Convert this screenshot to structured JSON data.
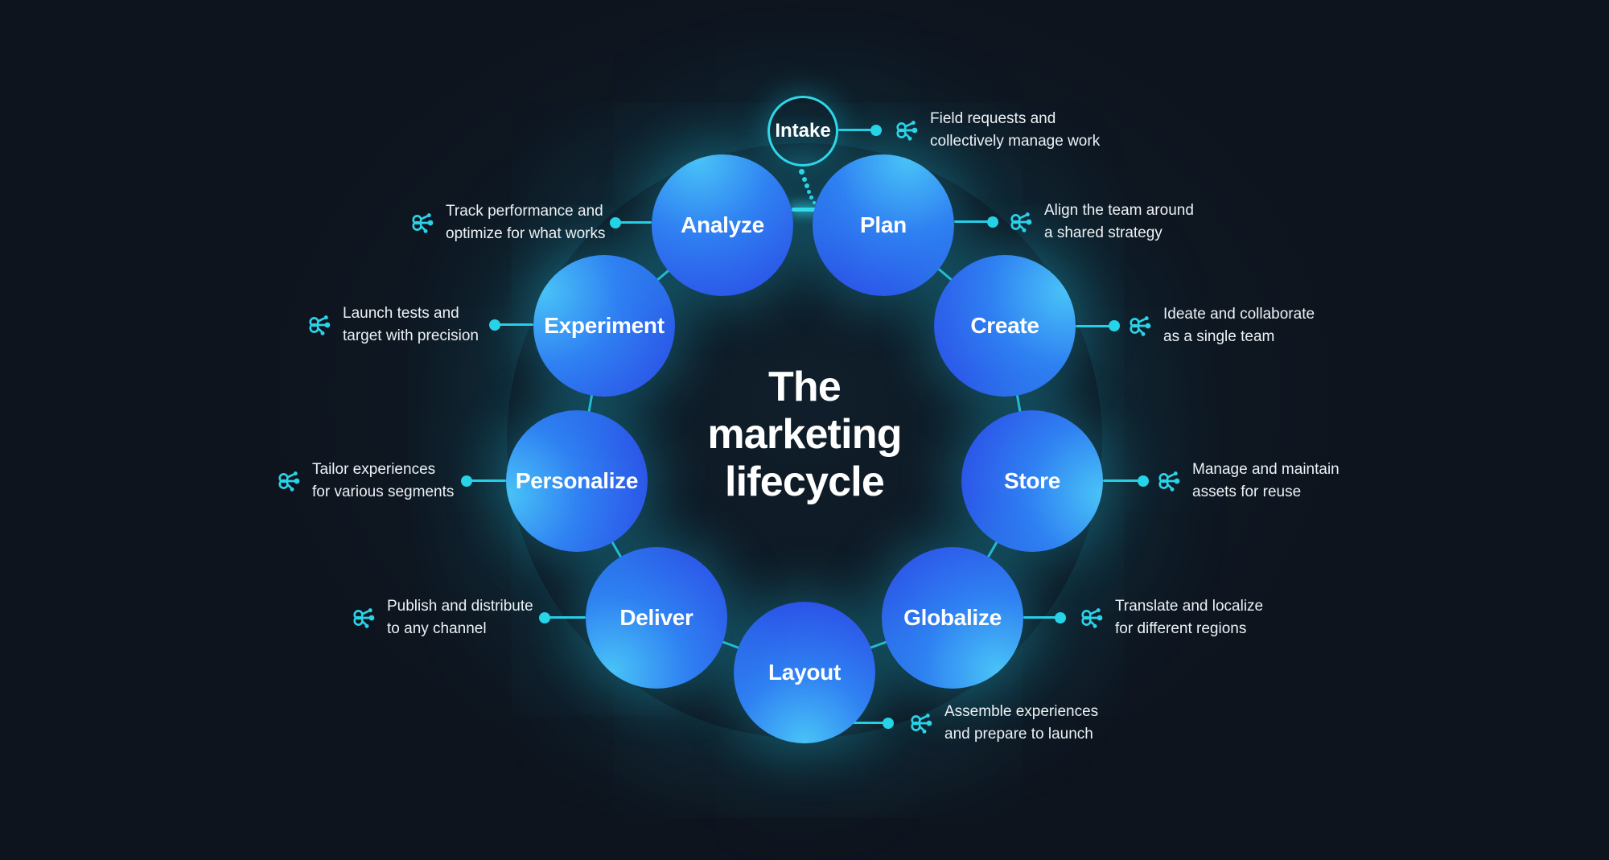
{
  "title": {
    "lines": [
      "The",
      "marketing",
      "lifecycle"
    ]
  },
  "colors": {
    "background": "#0e141e",
    "accent_cyan": "#2bd3e8",
    "circle_light": "#49c3f7",
    "circle_dark": "#2b49e5",
    "text": "#ffffff"
  },
  "stages": [
    {
      "id": "intake",
      "label": "Intake",
      "description": [
        "Field requests and",
        "collectively manage work"
      ]
    },
    {
      "id": "plan",
      "label": "Plan",
      "description": [
        "Align the team around",
        "a shared strategy"
      ]
    },
    {
      "id": "create",
      "label": "Create",
      "description": [
        "Ideate and collaborate",
        "as a single team"
      ]
    },
    {
      "id": "store",
      "label": "Store",
      "description": [
        "Manage and maintain",
        "assets for reuse"
      ]
    },
    {
      "id": "globalize",
      "label": "Globalize",
      "description": [
        "Translate and localize",
        "for different regions"
      ]
    },
    {
      "id": "layout",
      "label": "Layout",
      "description": [
        "Assemble experiences",
        "and prepare to launch"
      ]
    },
    {
      "id": "deliver",
      "label": "Deliver",
      "description": [
        "Publish and distribute",
        "to any channel"
      ]
    },
    {
      "id": "personalize",
      "label": "Personalize",
      "description": [
        "Tailor experiences",
        "for various segments"
      ]
    },
    {
      "id": "experiment",
      "label": "Experiment",
      "description": [
        "Launch tests and",
        "target with precision"
      ]
    },
    {
      "id": "analyze",
      "label": "Analyze",
      "description": [
        "Track performance and",
        "optimize for what works"
      ]
    }
  ]
}
